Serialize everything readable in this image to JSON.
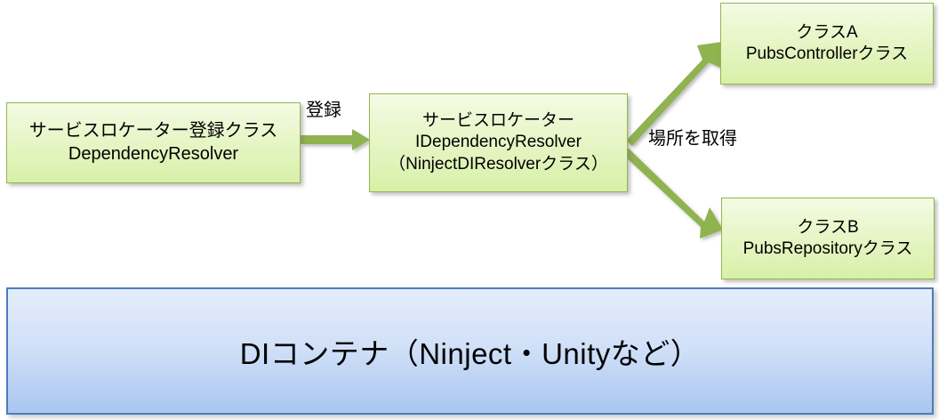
{
  "diagram": {
    "title": "Service Locator / DI Container architecture diagram",
    "colors": {
      "node_border_green": "#94B64E",
      "node_fill_top": "#F4FBE4",
      "node_fill_bottom": "#D8F0A8",
      "arrow_green": "#8FB350",
      "container_border_blue": "#4A7EBB",
      "container_fill_top": "#E4EDFB",
      "container_fill_bottom": "#A9C6F0",
      "text_black": "#000000"
    },
    "nodes": {
      "registrar": {
        "lines": [
          "サービスロケーター登録クラス",
          "DependencyResolver"
        ],
        "line1": "サービスロケーター登録クラス",
        "line2": "DependencyResolver"
      },
      "locator": {
        "lines": [
          "サービスロケーター",
          "IDependencyResolver",
          "（NinjectDIResolverクラス）"
        ],
        "line1": "サービスロケーター",
        "line2": "IDependencyResolver",
        "line3": "（NinjectDIResolverクラス）"
      },
      "class_a": {
        "lines": [
          "クラスA",
          "PubsControllerクラス"
        ],
        "line1": "クラスA",
        "line2": "PubsControllerクラス"
      },
      "class_b": {
        "lines": [
          "クラスB",
          "PubsRepositoryクラス"
        ],
        "line1": "クラスB",
        "line2": "PubsRepositoryクラス"
      },
      "di_container": {
        "label": "DIコンテナ（Ninject・Unityなど）"
      }
    },
    "edges": [
      {
        "id": "register",
        "label": "登録",
        "from": "registrar",
        "to": "locator",
        "style": "straight-horizontal-arrow"
      },
      {
        "id": "get-place-a",
        "label": "場所を取得",
        "from": "locator",
        "to": "class_a",
        "style": "diagonal-up-arrow"
      },
      {
        "id": "get-place-b",
        "label": "",
        "from": "locator",
        "to": "class_b",
        "style": "diagonal-down-arrow"
      }
    ],
    "edge_labels": {
      "register": "登録",
      "get_place": "場所を取得"
    }
  }
}
